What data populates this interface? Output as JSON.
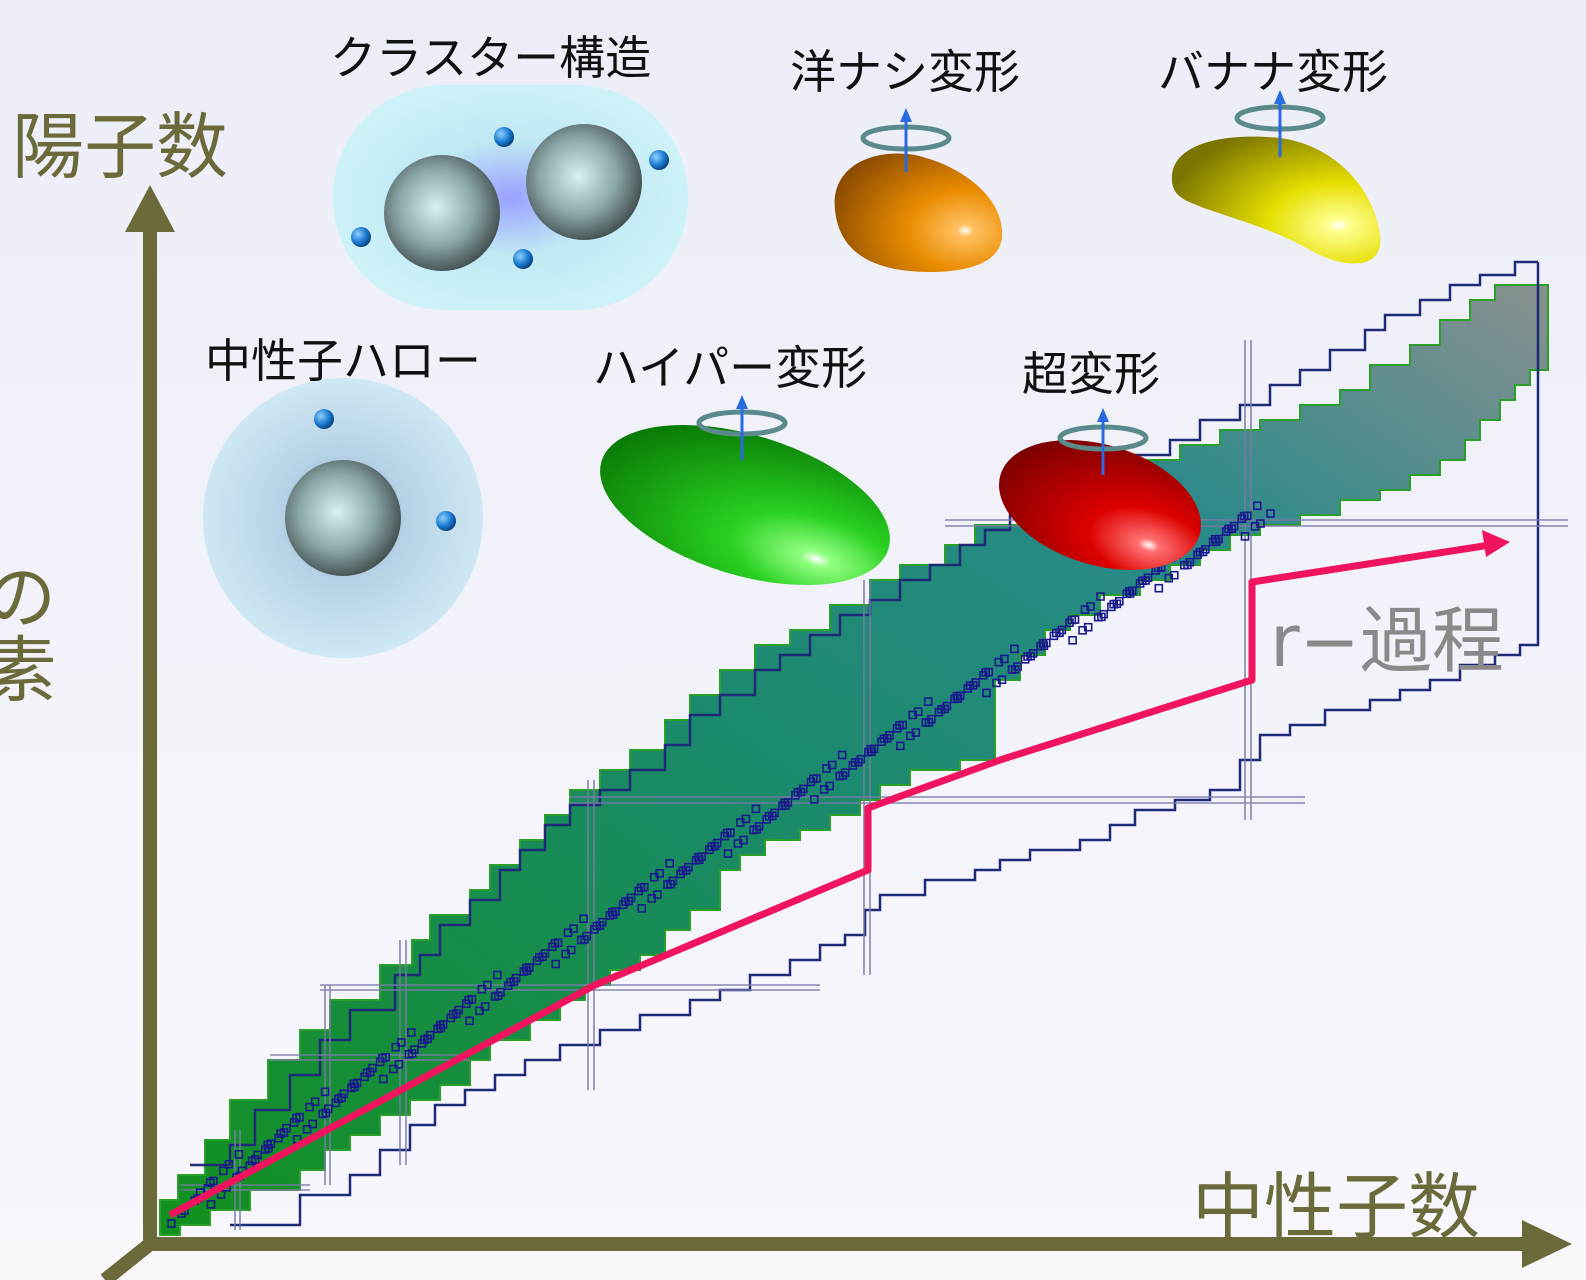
{
  "axes": {
    "y_label": "陽子数",
    "x_label": "中性子数",
    "color": "#6b6a3a"
  },
  "left_edge_fragment": "の素",
  "shapes": [
    {
      "id": "cluster",
      "label": "クラスター構造"
    },
    {
      "id": "pear",
      "label": "洋ナシ変形",
      "color": "#e08a00"
    },
    {
      "id": "banana",
      "label": "バナナ変形",
      "color": "#e4d800"
    },
    {
      "id": "halo",
      "label": "中性子ハロー"
    },
    {
      "id": "hyper",
      "label": "ハイパー変形",
      "color": "#22c51d"
    },
    {
      "id": "super",
      "label": "超変形",
      "color": "#d40000"
    }
  ],
  "r_process": {
    "label": "r−過程",
    "color": "#f0145f"
  },
  "colors": {
    "nuclide_band_low": "#118a1e",
    "nuclide_band_high": "#7f8c8c",
    "stable_nuclei": "#1a1a8c",
    "drip_lines": "#1e2a78"
  }
}
